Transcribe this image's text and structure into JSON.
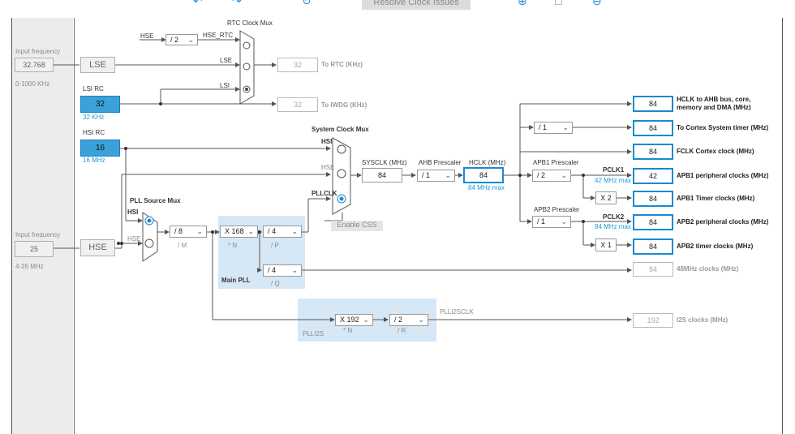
{
  "toolbar": {
    "undo_icon": "undo-icon",
    "redo_icon": "redo-icon",
    "refresh_icon": "refresh-icon",
    "resolve_label": "Resolve Clock Issues",
    "zoom_in_icon": "zoom-in-icon",
    "fit_icon": "fit-icon",
    "zoom_out_icon": "zoom-out-icon"
  },
  "left": {
    "lse_input_label": "Input frequency",
    "lse_input_value": "32.768",
    "lse_range": "0-1000 KHz",
    "hse_input_label": "Input frequency",
    "hse_input_value": "25",
    "hse_range": "4-26 MHz"
  },
  "sources": {
    "lse": "LSE",
    "lsi_title": "LSI RC",
    "lsi_value": "32",
    "lsi_unit": "32 KHz",
    "hsi_title": "HSI RC",
    "hsi_value": "16",
    "hsi_unit": "16 MHz",
    "hse": "HSE"
  },
  "rtc": {
    "title": "RTC Clock Mux",
    "hse_label": "HSE",
    "hse_div": "/ 2",
    "hse_rtc": "HSE_RTC",
    "lse": "LSE",
    "lsi": "LSI",
    "rtc_value": "32",
    "rtc_label": "To RTC (KHz)",
    "iwdg_value": "32",
    "iwdg_label": "To IWDG (KHz)"
  },
  "sysmux": {
    "title": "System Clock Mux",
    "hsi": "HSI",
    "hse": "HSE",
    "pllclk": "PLLCLK",
    "enable_css": "Enable CSS"
  },
  "pll_mux": {
    "title": "PLL Source Mux",
    "hsi": "HSI",
    "hse": "HSE"
  },
  "main_pll": {
    "m_value": "/ 8",
    "m_label": "/ M",
    "n_value": "X 168",
    "n_label": "* N",
    "p_value": "/ 4",
    "p_label": "/ P",
    "q_value": "/ 4",
    "q_label": "/ Q",
    "title": "Main PLL"
  },
  "plli2s": {
    "n_value": "X 192",
    "n_label": "* N",
    "r_value": "/ 2",
    "r_label": "/ R",
    "title": "PLLI2S",
    "clk_label": "PLLI2SCLK"
  },
  "bus": {
    "sysclk_label": "SYSCLK (MHz)",
    "sysclk_value": "84",
    "ahb_label": "AHB Prescaler",
    "ahb_value": "/ 1",
    "hclk_label": "HCLK (MHz)",
    "hclk_value": "84",
    "hclk_max": "84 MHz max",
    "apb1_label": "APB1 Prescaler",
    "apb1_value": "/ 2",
    "pclk1": "PCLK1",
    "pclk1_max": "42 MHz max",
    "apb1_timer_mult": "X 2",
    "apb2_label": "APB2 Prescaler",
    "apb2_value": "/ 1",
    "pclk2": "PCLK2",
    "pclk2_max": "84 MHz max",
    "apb2_timer_mult": "X 1",
    "systick_div": "/ 1"
  },
  "outputs": {
    "hclk_ahb_value": "84",
    "hclk_ahb_label": "HCLK to AHB bus, core, memory and DMA (MHz)",
    "systick_value": "84",
    "systick_label": "To Cortex System timer (MHz)",
    "fclk_value": "84",
    "fclk_label": "FCLK Cortex clock (MHz)",
    "apb1_periph_value": "42",
    "apb1_periph_label": "APB1 peripheral clocks (MHz)",
    "apb1_timer_value": "84",
    "apb1_timer_label": "APB1 Timer clocks (MHz)",
    "apb2_periph_value": "84",
    "apb2_periph_label": "APB2 peripheral clocks (MHz)",
    "apb2_timer_value": "84",
    "apb2_timer_label": "APB2 timer clocks (MHz)",
    "usb_value": "84",
    "usb_label": "48MHz clocks (MHz)",
    "i2s_value": "192",
    "i2s_label": "I2S clocks (MHz)"
  },
  "colors": {
    "accent": "#1a8ad0",
    "source_fill": "#3aa2d8",
    "pll_panel": "#d6e7f5"
  }
}
